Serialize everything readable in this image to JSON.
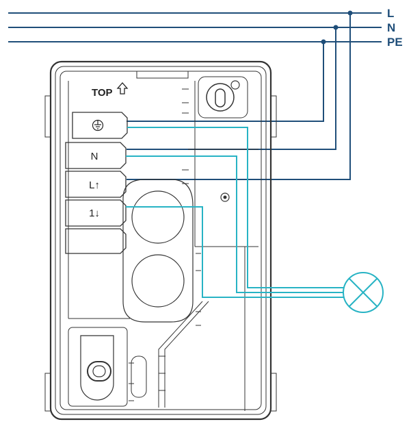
{
  "buses": [
    {
      "id": "L",
      "label": "L"
    },
    {
      "id": "N",
      "label": "N"
    },
    {
      "id": "PE",
      "label": "PE"
    }
  ],
  "device": {
    "top_marking": "TOP",
    "terminals": [
      {
        "id": "pe",
        "label": "",
        "icon": "ground-symbol-icon"
      },
      {
        "id": "n",
        "label": "N"
      },
      {
        "id": "l",
        "label": "L↑"
      },
      {
        "id": "out1",
        "label": "1↓"
      }
    ]
  },
  "load": {
    "icon": "lamp-icon"
  },
  "colors": {
    "supply_wire": "#1f4e79",
    "internal_wire": "#27b3c4",
    "housing": "#333333"
  }
}
